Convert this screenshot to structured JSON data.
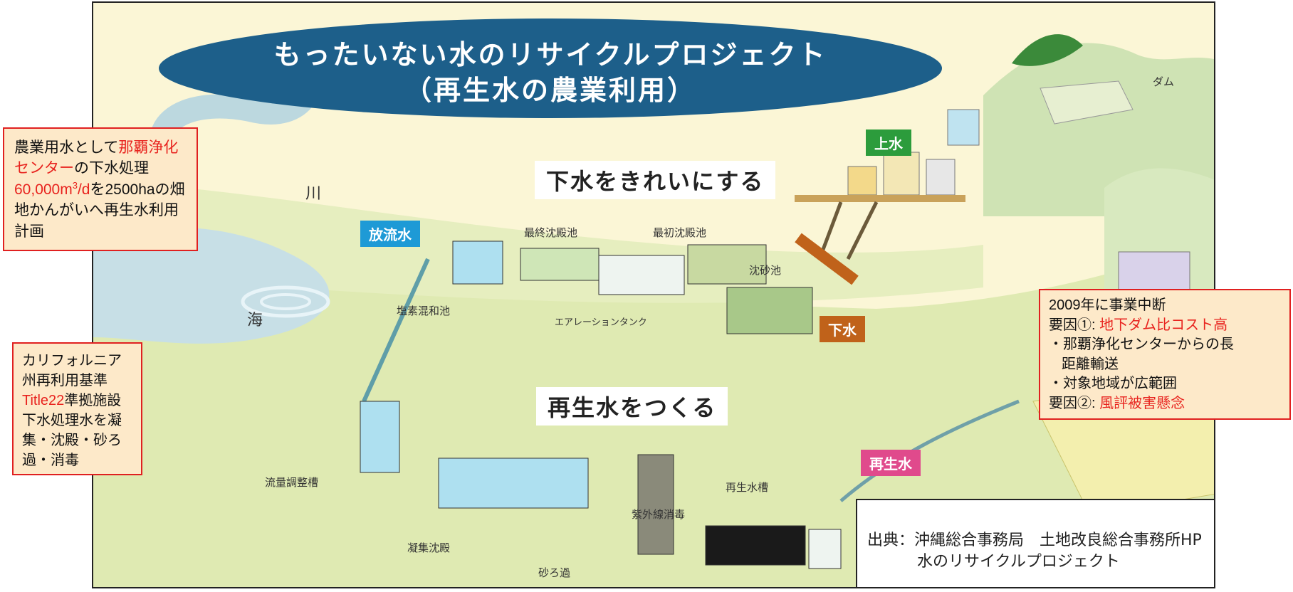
{
  "title": {
    "line1": "もったいない水のリサイクルプロジェクト",
    "line2": "（再生水の農業利用）"
  },
  "sections": {
    "upper": "下水をきれいにする",
    "lower": "再生水をつくる"
  },
  "tags": {
    "effluent": "放流水",
    "supply": "上水",
    "sewage": "下水",
    "recycled": "再生水"
  },
  "labels": {
    "dam": "ダム",
    "river": "川",
    "sea": "海",
    "final_sedimentation": "最終沈殿池",
    "primary_sedimentation": "最初沈殿池",
    "grit_chamber": "沈砂池",
    "chlorine_mixing": "塩素混和池",
    "aeration_tank": "エアレーションタンク",
    "flow_equalization": "流量調整槽",
    "coagulation_sedimentation": "凝集沈殿",
    "sand_filtration": "砂ろ過",
    "uv_disinfection": "紫外線消毒",
    "recycled_water_tank": "再生水槽"
  },
  "callout_left_top": {
    "p1": "農業用水として",
    "p2_red": "那覇浄化センター",
    "p3": "の下水処理",
    "p4_red_a": "60,000m",
    "p4_red_sup": "3",
    "p4_red_b": "/d",
    "p5": "を2500haの畑地かんがいへ再生水利用計画"
  },
  "callout_left_bottom": {
    "p1": "カリフォルニア州再利用基準",
    "p2_red": "Title22",
    "p3": "準拠施設下水処理水を凝集・沈殿・砂ろ過・消毒"
  },
  "callout_right": {
    "line1": "2009年に事業中断",
    "line2_prefix": "要因①: ",
    "line2_red": "地下ダム比コスト高",
    "line3": "・那覇浄化センターからの長",
    "line4": "距離輸送",
    "line5": "・対象地域が広範囲",
    "line6_prefix": "要因②: ",
    "line6_red": "風評被害懸念"
  },
  "citation": {
    "line1": "出典：沖縄総合事務局　土地改良総合事務所HP",
    "line2": "水のリサイクルプロジェクト"
  },
  "colors": {
    "title_bg": "#1d5f8a",
    "effluent_tag": "#1e9ad6",
    "supply_tag": "#2c9c3c",
    "sewage_tag": "#c0621a",
    "recycled_tag": "#e04a8c",
    "callout_border": "#e02020",
    "callout_bg": "#fde9c9",
    "highlight_red": "#e8231e"
  }
}
